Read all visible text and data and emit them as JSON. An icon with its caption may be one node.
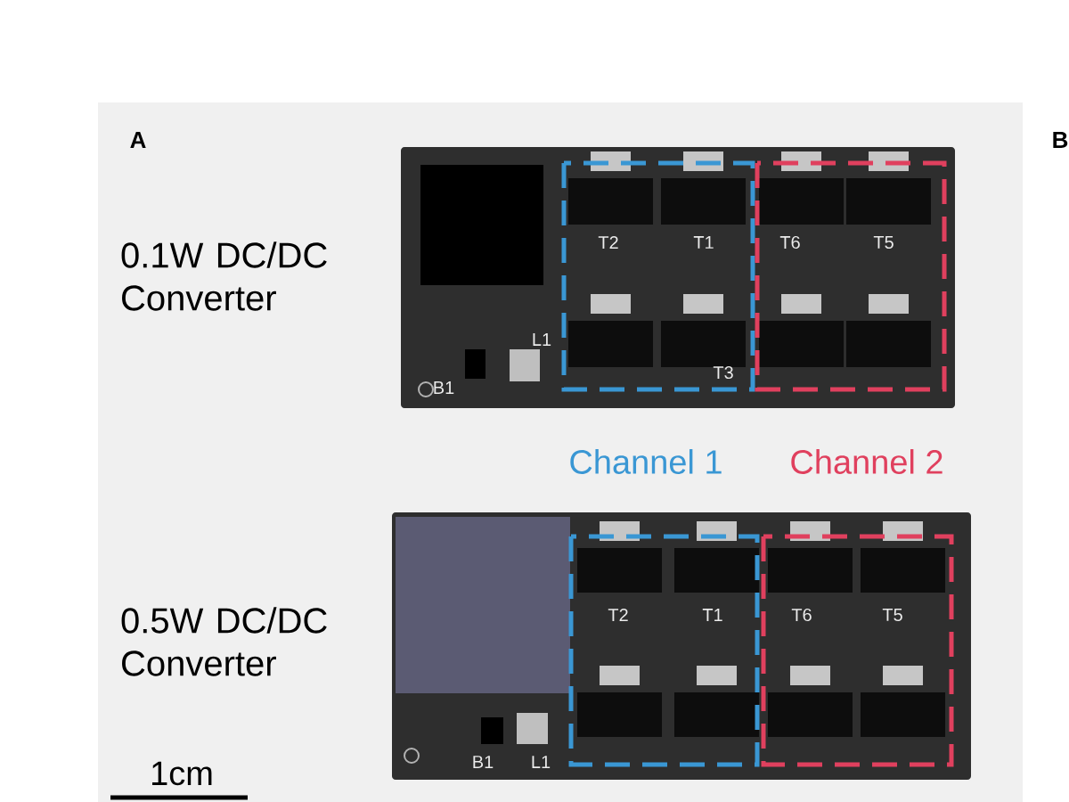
{
  "diagram": {
    "labels": [
      "A",
      "B",
      "0.1W DC/DC Converter",
      "T2",
      "T1",
      "T6",
      "T5",
      "L1",
      "B1",
      "T3",
      "Channel 1",
      "Channel 2",
      "0.5W DC/DC Converter",
      "T2",
      "T1",
      "T6",
      "T5",
      "B1",
      "L1",
      "1cm"
    ]
  }
}
